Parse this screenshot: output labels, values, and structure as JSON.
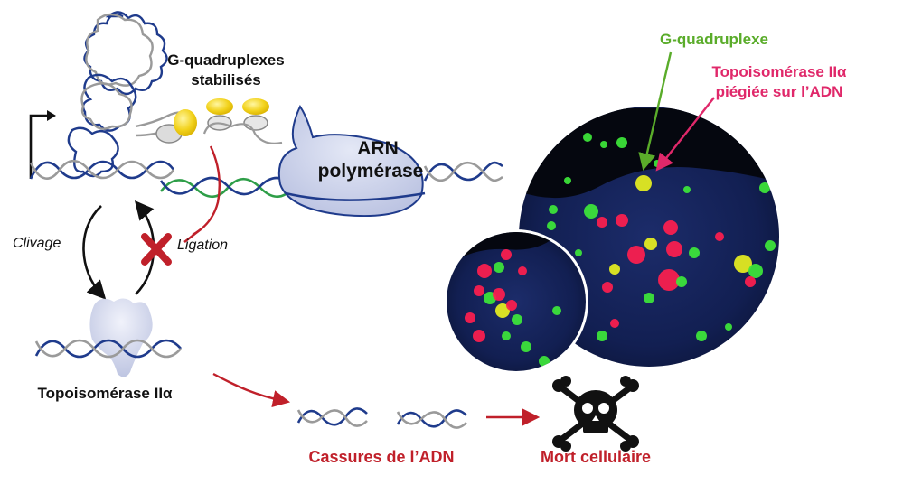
{
  "labels": {
    "g4_stabilized_line1": "G-quadruplexes",
    "g4_stabilized_line2": "stabilisés",
    "rna_pol_line1": "ARN",
    "rna_pol_line2": "polymérase",
    "clivage": "Clivage",
    "ligation": "Ligation",
    "topo": "Topoisomérase IIα",
    "breaks": "Cassures de l’ADN",
    "death": "Mort cellulaire",
    "micro_g4": "G-quadruplexe",
    "micro_topo_line1": "Topoisomérase IIα",
    "micro_topo_line2": "piégiée sur l’ADN"
  },
  "colors": {
    "dna_dark": "#1f3b8c",
    "dna_grey": "#9a9a9a",
    "rna_green": "#2e9e48",
    "accent_red": "#c0202a",
    "g4_label_green": "#5aac2a",
    "topo_label_pink": "#e0286a",
    "ligand_yellow": "#f2d21c",
    "polymerase_fill": "#c9cfe8",
    "micro_bg": "#0d1636",
    "skull": "#111111"
  },
  "icons": {
    "cross": "red-x-icon",
    "skull": "skull-crossbones-icon",
    "promoter": "promoter-arrow-icon"
  }
}
